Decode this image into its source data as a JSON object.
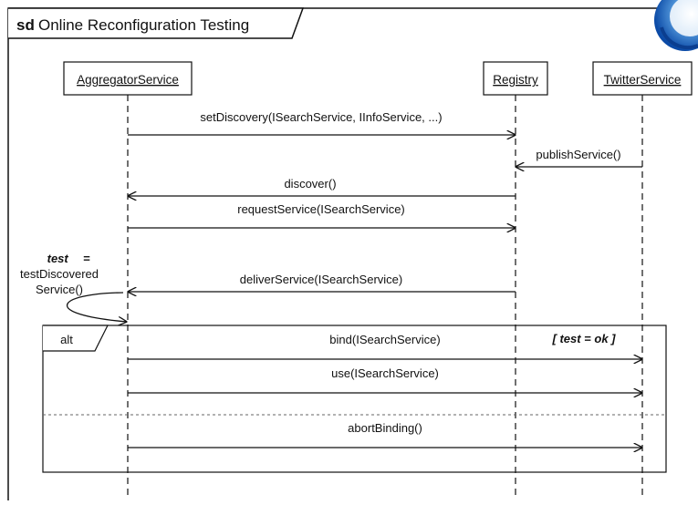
{
  "frame": {
    "keyword": "sd",
    "title": "Online Reconfiguration Testing"
  },
  "lifelines": {
    "aggregator": "AggregatorService",
    "registry": "Registry",
    "twitter": "TwitterService"
  },
  "messages": [
    "setDiscovery(ISearchService, IInfoService, ...)",
    "publishService()",
    "discover()",
    "requestService(ISearchService)",
    "deliverService(ISearchService)",
    "bind(ISearchService)",
    "use(ISearchService)",
    "abortBinding()"
  ],
  "self_call": {
    "var": "test",
    "eq": "=",
    "line1": "testDiscovered",
    "line2": "Service()"
  },
  "fragment": {
    "operator": "alt",
    "guard": "[ test = ok ]"
  }
}
